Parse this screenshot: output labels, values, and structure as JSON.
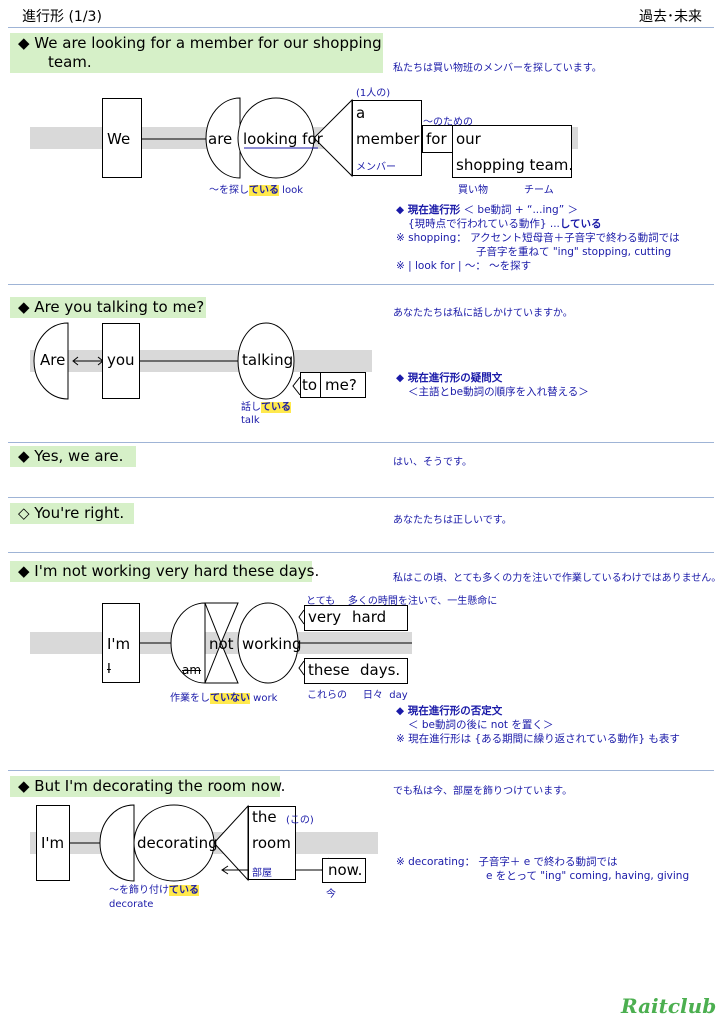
{
  "header": {
    "left": "進行形 (1/3)",
    "right": "過去･未来"
  },
  "s1": {
    "title_l1": "◆ We are looking for a member for our shopping",
    "title_l2": "team.",
    "jp": "私たちは買い物班のメンバーを探しています。",
    "we": "We",
    "are": "are",
    "looking_for": "looking for",
    "a_note": "(1人の)",
    "a": "a",
    "member": "member",
    "member_jp": "メンバー",
    "for_note": "～のための",
    "for": "for",
    "our": "our",
    "shopping_team": "shopping team.",
    "shopping_jp": "買い物",
    "team_jp": "チーム",
    "gloss_pre": "～を探し",
    "gloss_hl": "ている",
    "gloss_post": " look",
    "n1_head": "◆ 現在進行形",
    "n1_rest": " ＜ be動詞 + “...ing” ＞",
    "n2_a": "{現時点で行われている動作} ...",
    "n2_b": "している",
    "n3": "※ shopping： アクセント短母音＋子音字で終わる動詞では",
    "n4": "子音字を重ねて \"ing\"  stopping, cutting",
    "n5": "※ | look for | ～： ～を探す"
  },
  "s2": {
    "title": "◆ Are you talking to me?",
    "jp": "あなたたちは私に話しかけていますか。",
    "are": "Are",
    "you": "you",
    "talking": "talking",
    "to": "to",
    "me": "me?",
    "gloss_pre": "話し",
    "gloss_hl": "ている",
    "gloss_en": "talk",
    "n1": "◆ 現在進行形の疑問文",
    "n2": "＜主語とbe動詞の順序を入れ替える＞"
  },
  "s3": {
    "title": "◆ Yes, we are.",
    "jp": "はい、そうです。"
  },
  "s4": {
    "title": "◇ You're right.",
    "jp": "あなたたちは正しいです。"
  },
  "s5": {
    "title": "◆ I'm not working very hard these days.",
    "jp": "私はこの頃、とても多くの力を注いで作業しているわけではありません。",
    "top_note_a": "とても",
    "top_note_b": "多くの時間を注いで、一生懸命に",
    "im": "I'm",
    "i": "I",
    "am": "am",
    "not": "not",
    "working": "working",
    "very": "very",
    "hard": "hard",
    "these": "these",
    "days": "days.",
    "these_jp": "これらの",
    "days_jp": "日々",
    "day_en": "day",
    "gloss_pre": "作業をし",
    "gloss_hl": "ていない",
    "gloss_post": " work",
    "n1": "◆ 現在進行形の否定文",
    "n2": "＜ be動詞の後に not を置く＞",
    "n3": "※ 現在進行形は {ある期間に繰り返されている動作} も表す"
  },
  "s6": {
    "title": "◆ But I'm decorating the room now.",
    "jp": "でも私は今、部屋を飾りつけています。",
    "im": "I'm",
    "decorating": "decorating",
    "the": "the",
    "the_jp": "(この)",
    "room": "room",
    "room_jp": "部屋",
    "now": "now.",
    "now_jp": "今",
    "gloss_pre": "～を飾り付け",
    "gloss_hl": "ている",
    "gloss_en": "decorate",
    "n1": "※ decorating： 子音字＋ e で終わる動詞では",
    "n2": "e をとって \"ing\"  coming, having, giving"
  },
  "logo": "Raitclub"
}
